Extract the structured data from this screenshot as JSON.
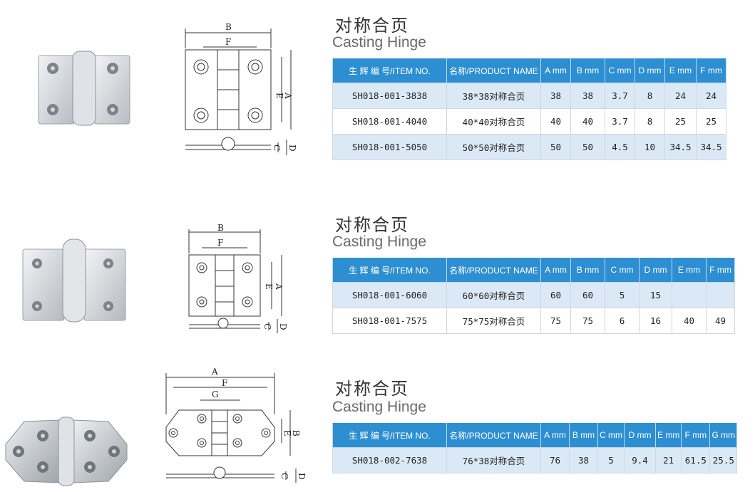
{
  "sections": [
    {
      "title_cn": "对称合页",
      "title_en": "Casting Hinge",
      "headers": [
        "生 辉 编 号/ITEM NO.",
        "名称/PRODUCT NAME",
        "A mm",
        "B mm",
        "C mm",
        "D mm",
        "E mm",
        "F mm"
      ],
      "rows": [
        [
          "SH018-001-3838",
          "38*38对称合页",
          "38",
          "38",
          "3.7",
          "8",
          "24",
          "24"
        ],
        [
          "SH018-001-4040",
          "40*40对称合页",
          "40",
          "40",
          "3.7",
          "8",
          "25",
          "25"
        ],
        [
          "SH018-001-5050",
          "50*50对称合页",
          "50",
          "50",
          "4.5",
          "10",
          "34.5",
          "34.5"
        ]
      ],
      "dims": [
        "B",
        "F",
        "E",
        "A",
        "C",
        "D"
      ]
    },
    {
      "title_cn": "对称合页",
      "title_en": "Casting Hinge",
      "headers": [
        "生 辉 编 号/ITEM NO.",
        "名称/PRODUCT NAME",
        "A mm",
        "B mm",
        "C mm",
        "D mm",
        "E mm",
        "F mm"
      ],
      "rows": [
        [
          "SH018-001-6060",
          "60*60对称合页",
          "60",
          "60",
          "5",
          "15",
          "",
          ""
        ],
        [
          "SH018-001-7575",
          "75*75对称合页",
          "75",
          "75",
          "6",
          "16",
          "40",
          "49"
        ]
      ],
      "dims": [
        "B",
        "F",
        "E",
        "A",
        "C",
        "D"
      ]
    },
    {
      "title_cn": "对称合页",
      "title_en": "Casting Hinge",
      "headers": [
        "生 辉 编 号/ITEM NO.",
        "名称/PRODUCT NAME",
        "A mm",
        "B mm",
        "C mm",
        "D mm",
        "E mm",
        "F mm",
        "G mm"
      ],
      "rows": [
        [
          "SH018-002-7638",
          "76*38对称合页",
          "76",
          "38",
          "5",
          "9.4",
          "21",
          "61.5",
          "25.5"
        ]
      ],
      "dims": [
        "A",
        "F",
        "G",
        "E",
        "B",
        "C",
        "D"
      ]
    }
  ],
  "colors": {
    "header_bg": "#2d8fd1",
    "alt_row": "#dbe9f6",
    "steel": "#c9cdd2"
  }
}
